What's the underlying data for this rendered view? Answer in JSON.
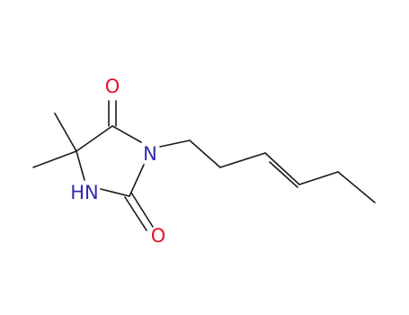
{
  "molecule": {
    "atoms": {
      "o_top": {
        "symbol": "O",
        "color": "#e8102a"
      },
      "o_bottom": {
        "symbol": "O",
        "color": "#e8102a"
      },
      "n_ring": {
        "symbol": "N",
        "color": "#2c2cb0"
      },
      "nh_ring": {
        "symbol": "HN",
        "color": "#2c2cb0"
      }
    },
    "colors": {
      "bond": "#1a1a1a",
      "oxygen": "#e8102a",
      "nitrogen": "#2c2cb0",
      "background": "#ffffff"
    }
  }
}
